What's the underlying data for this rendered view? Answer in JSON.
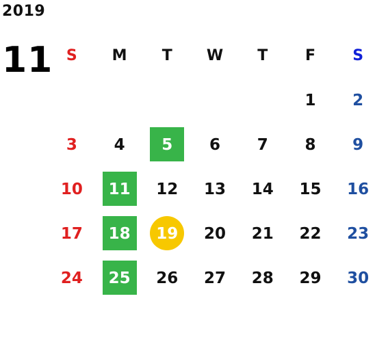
{
  "year": "2019",
  "month": "11",
  "colors": {
    "sunday": "#e02020",
    "saturday": "#1f4fa0",
    "highlight": "#38b449",
    "today": "#f7c800"
  },
  "weekdays": [
    "S",
    "M",
    "T",
    "W",
    "T",
    "F",
    "S"
  ],
  "weeks": [
    [
      "",
      "",
      "",
      "",
      "",
      "1",
      "2"
    ],
    [
      "3",
      "4",
      "5",
      "6",
      "7",
      "8",
      "9"
    ],
    [
      "10",
      "11",
      "12",
      "13",
      "14",
      "15",
      "16"
    ],
    [
      "17",
      "18",
      "19",
      "20",
      "21",
      "22",
      "23"
    ],
    [
      "24",
      "25",
      "26",
      "27",
      "28",
      "29",
      "30"
    ]
  ],
  "highlighted_days": [
    "5",
    "11",
    "18",
    "25"
  ],
  "today": "19"
}
